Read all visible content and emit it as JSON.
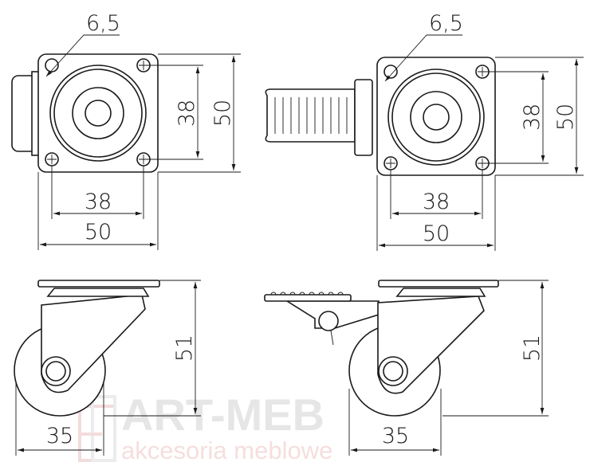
{
  "title": "Swivel castor technical drawing",
  "top_left_view": {
    "hole_diameter": "6,5",
    "hole_spacing_v": "38",
    "plate_height": "50",
    "hole_spacing_h": "38",
    "plate_width": "50"
  },
  "top_right_view": {
    "hole_diameter": "6,5",
    "hole_spacing_v": "38",
    "plate_height": "50",
    "hole_spacing_h": "38",
    "plate_width": "50"
  },
  "side_left_view": {
    "height": "51",
    "wheel_width": "35"
  },
  "side_right_view": {
    "height": "51",
    "wheel_width": "35"
  },
  "watermark": {
    "brand": "ART-MEB",
    "tagline": "akcesoria meblowe"
  }
}
